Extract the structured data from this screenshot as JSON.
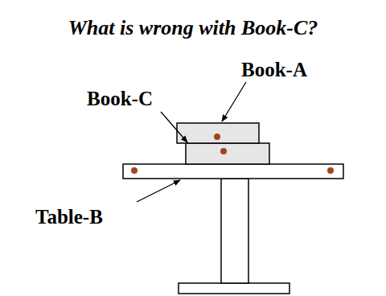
{
  "diagram": {
    "title": "What is wrong with Book-C?",
    "labels": [
      "Book-C",
      "Book-A",
      "Table-B"
    ]
  }
}
